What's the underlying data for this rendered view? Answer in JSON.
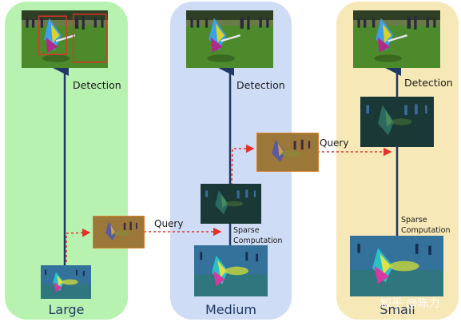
{
  "colors": {
    "large_bg": "#b7f2b0",
    "medium_bg": "#cfdcf5",
    "small_bg": "#f7e8b7",
    "arrow_blue": "#1f3864",
    "query_red": "#e0332a",
    "highlight_orange": "#d9822b",
    "field_green": "#4c8a2b"
  },
  "panels": {
    "large": {
      "label": "Large",
      "detection_label": "Detection"
    },
    "medium": {
      "label": "Medium",
      "detection_label": "Detection",
      "sparse_line1": "Sparse",
      "sparse_line2": "Computation"
    },
    "small": {
      "label": "Small",
      "detection_label": "Detection",
      "sparse_line1": "Sparse",
      "sparse_line2": "Computation"
    }
  },
  "query_labels": {
    "large_to_medium": "Query",
    "medium_to_small": "Query"
  },
  "watermark": "知乎 @陈力",
  "icons": {
    "detection_image": "kite-field-photo",
    "feature_map": "feature-heatmap",
    "query_patch": "highlighted-query-patch"
  }
}
